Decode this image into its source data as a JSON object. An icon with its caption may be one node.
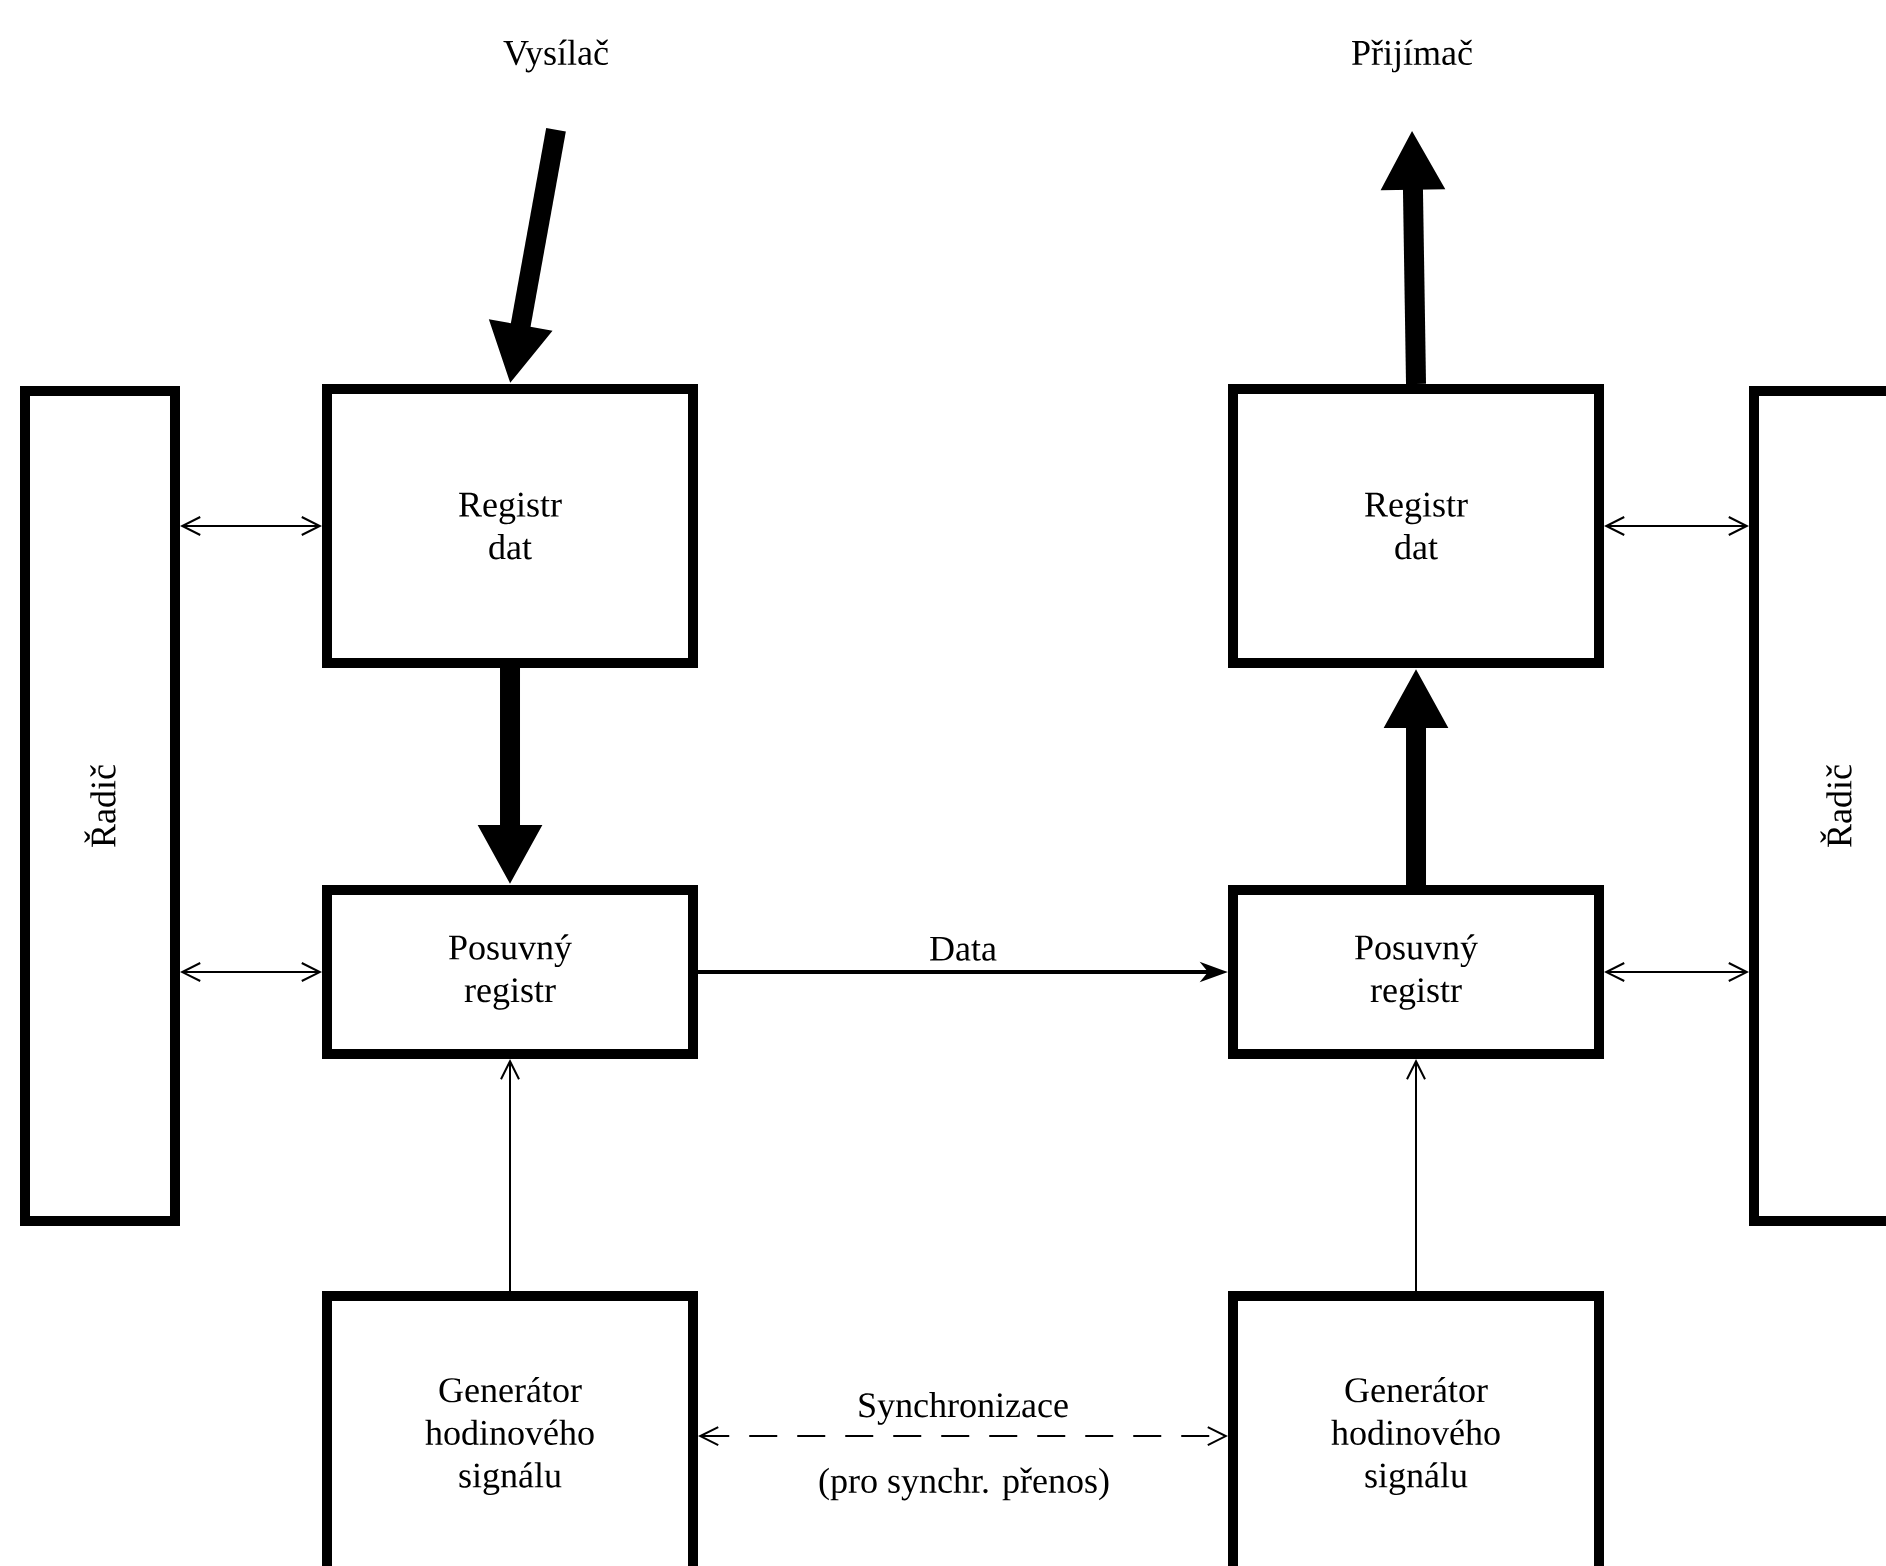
{
  "diagram": {
    "nodes": [
      {
        "text": [
          "Vysílač"
        ]
      },
      {
        "text": [
          "Přijímač"
        ]
      },
      {
        "text": [
          "Řadič"
        ]
      },
      {
        "text": [
          "Registr dat"
        ]
      },
      {
        "text": [
          "Registr dat"
        ]
      },
      {
        "text": [
          "Řadič"
        ]
      },
      {
        "text": [
          "Posuvný registr"
        ]
      },
      {
        "text": [
          "Posuvný registr"
        ]
      },
      {
        "text": [
          "Generátor hodinového signálu"
        ]
      },
      {
        "text": [
          "Generátor hodinového signálu"
        ]
      }
    ],
    "edges": [
      {
        "from": 0,
        "to": 3,
        "arrow": "to",
        "style": "thick"
      },
      {
        "from": 3,
        "to": 6,
        "arrow": "to",
        "style": "thick"
      },
      {
        "from": 7,
        "to": 4,
        "arrow": "to",
        "style": "thick"
      },
      {
        "from": 4,
        "to": 1,
        "arrow": "to",
        "style": "thick"
      },
      {
        "from": 2,
        "to": 3,
        "arrow": "both"
      },
      {
        "from": 2,
        "to": 6,
        "arrow": "both"
      },
      {
        "from": 4,
        "to": 5,
        "arrow": "both"
      },
      {
        "from": 7,
        "to": 5,
        "arrow": "both"
      },
      {
        "from": 6,
        "to": 7,
        "arrow": "to",
        "label": "Data"
      },
      {
        "from": 8,
        "to": 6,
        "arrow": "to"
      },
      {
        "from": 9,
        "to": 7,
        "arrow": "to"
      },
      {
        "from": 8,
        "to": 9,
        "arrow": "both",
        "style": "dashed",
        "label": "Synchronizace"
      }
    ],
    "labels": [
      "(pro synchr. přenos)"
    ]
  }
}
